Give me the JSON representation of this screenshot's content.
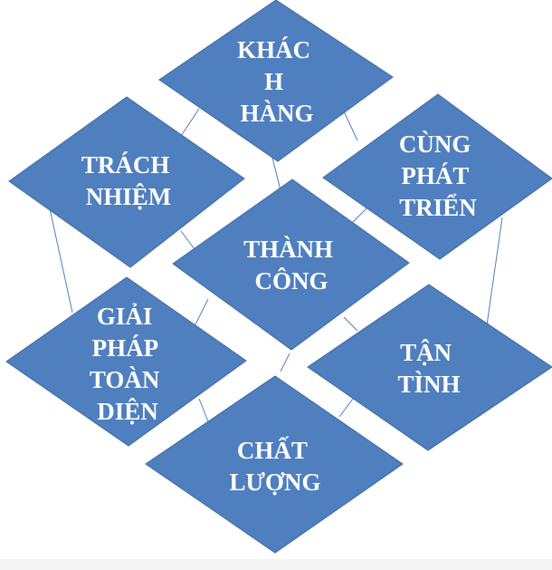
{
  "diagram": {
    "fill_color": "#4f7fbe",
    "text_color": "#ffffff",
    "background_color": "#ffffff",
    "nodes": {
      "khach_hang": {
        "lines": [
          "KHÁC",
          "H",
          "HÀNG"
        ]
      },
      "cung_phat_trien": {
        "lines": [
          "CÙNG",
          "PHÁT",
          "TRIỂN"
        ]
      },
      "trach_nhiem": {
        "lines": [
          "TRÁCH",
          "NHIỆM"
        ]
      },
      "thanh_cong": {
        "lines": [
          "THÀNH",
          "CÔNG"
        ]
      },
      "giai_phap": {
        "lines": [
          "GIẢI",
          "PHÁP",
          "TOÀN",
          "DIỆN"
        ]
      },
      "tan_tinh": {
        "lines": [
          "TẬN",
          "TÌNH"
        ]
      },
      "chat_luong": {
        "lines": [
          "CHẤT",
          "LƯỢNG"
        ]
      }
    }
  }
}
